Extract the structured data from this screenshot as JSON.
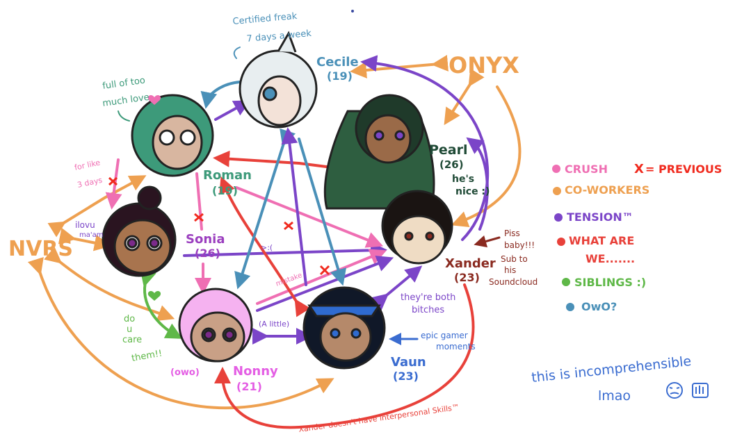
{
  "characters": {
    "roman": {
      "name": "Roman",
      "age": "(19)",
      "color": "#3d9a7a"
    },
    "cecile": {
      "name": "Cecile",
      "age": "(19)",
      "color": "#4a90b8"
    },
    "pearl": {
      "name": "Pearl",
      "age": "(26)",
      "note1": "he's",
      "note2": "nice :)",
      "color": "#1f4a36"
    },
    "xander": {
      "name": "Xander",
      "age": "(23)",
      "color": "#8a2a20"
    },
    "sonia": {
      "name": "Sonia",
      "age": "(26)",
      "color": "#9b3fbf"
    },
    "nonny": {
      "name": "Nonny",
      "age": "(21)",
      "extra": "(owo)",
      "color": "#e45ee4"
    },
    "vaun": {
      "name": "Vaun",
      "age": "(23)",
      "color": "#3a6cd0"
    }
  },
  "groups": {
    "nvrs": "NVRS",
    "onyx": "ONYX"
  },
  "annotations": {
    "certified1": "Certified freak",
    "certified2": "7 days a week",
    "fulllove1": "full of too",
    "fulllove2": "much love",
    "forlike1": "for like",
    "forlike2": "3 days",
    "ilovu1": "ilovu",
    "ilovu2": "ma'am",
    "frown": ">:(",
    "mistake": "mistake",
    "alittle": "(A little)",
    "docare1": "do",
    "docare2": "u",
    "docare3": "care",
    "docare4": "them!!",
    "bitches1": "they're both",
    "bitches2": "bitches",
    "gamer1": "epic gamer",
    "gamer2": "moments",
    "piss1": "Piss",
    "piss2": "baby!!!",
    "piss3": "Sub to",
    "piss4": "his",
    "piss5": "Soundcloud",
    "interpersonal": "Xander doesn't have interpersonal Skills™"
  },
  "legend": {
    "items": [
      {
        "label": "CRUSH",
        "color": "#ef6fb3"
      },
      {
        "label": "CO-WORKERS",
        "color": "#eea050"
      },
      {
        "label": "TENSION™",
        "color": "#7b45c8"
      },
      {
        "label": "WHAT ARE",
        "label2": "WE.......",
        "color": "#e8413a"
      },
      {
        "label": "SIBLINGS :)",
        "color": "#5fb848"
      },
      {
        "label": "OwO?",
        "color": "#4a90b8"
      }
    ],
    "previous_mark": "X",
    "previous_label": "= PREVIOUS",
    "previous_color": "#f02a1e"
  },
  "footer": {
    "line1": "this is incomprehensible",
    "line2": "lmao"
  }
}
